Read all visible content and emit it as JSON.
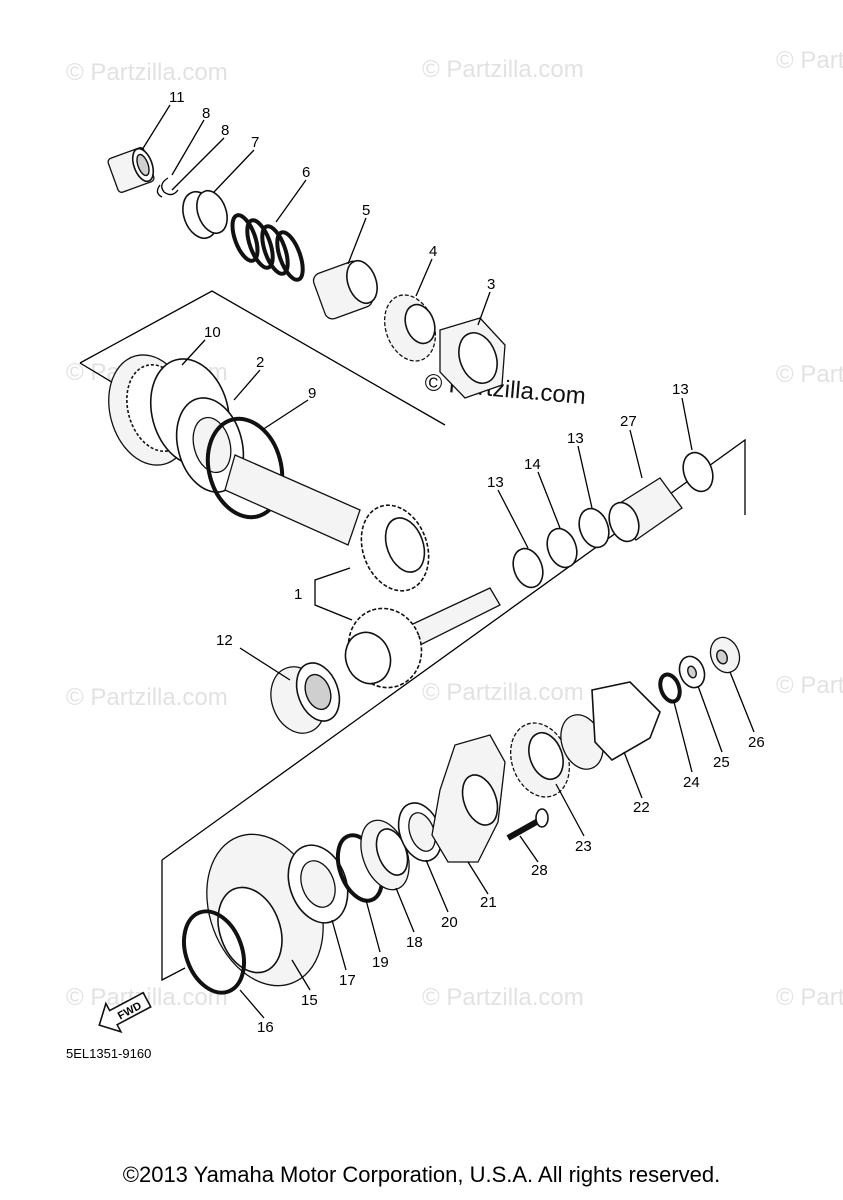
{
  "watermark": "© Partzilla.com",
  "watermark_center": "© Partzilla.com",
  "diagram_code": "5EL1351-9160",
  "fwd_label": "FWD",
  "copyright": "©2013 Yamaha Motor Corporation, U.S.A. All rights reserved.",
  "callouts": [
    "11",
    "8",
    "8",
    "7",
    "6",
    "5",
    "4",
    "3",
    "10",
    "2",
    "9",
    "13",
    "27",
    "13",
    "14",
    "13",
    "1",
    "12",
    "26",
    "25",
    "24",
    "22",
    "23",
    "28",
    "21",
    "20",
    "18",
    "19",
    "17",
    "15",
    "16"
  ]
}
